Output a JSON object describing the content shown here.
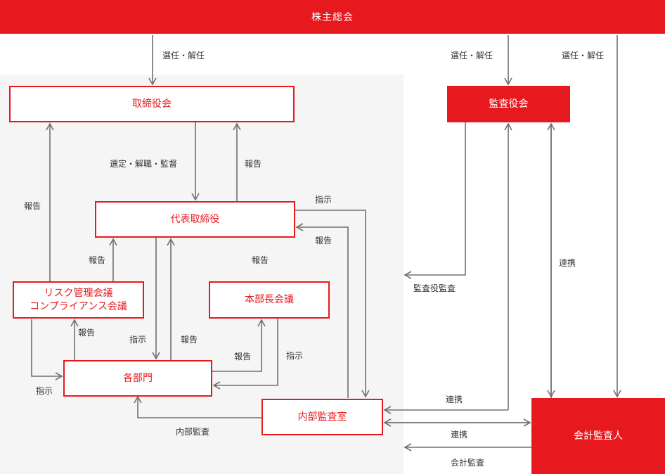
{
  "nodes": {
    "shareholders": "株主総会",
    "board": "取締役会",
    "auditors": "監査役会",
    "president": "代表取締役",
    "risk_line1": "リスク管理会議",
    "risk_line2": "コンプライアンス会議",
    "gm_meeting": "本部長会議",
    "departments": "各部門",
    "internal_audit": "内部監査室",
    "accounting_auditor": "会計監査人"
  },
  "edges": {
    "elect_board": "選任・解任",
    "elect_auditors": "選任・解任",
    "elect_accounting": "選任・解任",
    "board_to_president": "選定・解職・監督",
    "president_to_board_report": "報告",
    "risk_to_board_report": "報告",
    "risk_to_president_report": "報告",
    "president_to_audit_instruct": "指示",
    "audit_to_president_report": "報告",
    "auditors_to_panel": "監査役監査",
    "gm_report": "報告",
    "coordination_auditors": "連携",
    "risk_to_dept_report": "報告",
    "president_to_dept_instruct": "指示",
    "dept_to_president_report": "報告",
    "dept_to_gm_report": "報告",
    "gm_to_dept_instruct": "指示",
    "risk_to_dept_instruct": "指示",
    "coordination_audit_auditors": "連携",
    "internal_audit_to_dept": "内部監査",
    "coordination_audit_accounting": "連携",
    "accounting_audit": "会計監査"
  },
  "colors": {
    "accent": "#e8191e",
    "line": "#707070",
    "panel": "#f5f5f5"
  }
}
